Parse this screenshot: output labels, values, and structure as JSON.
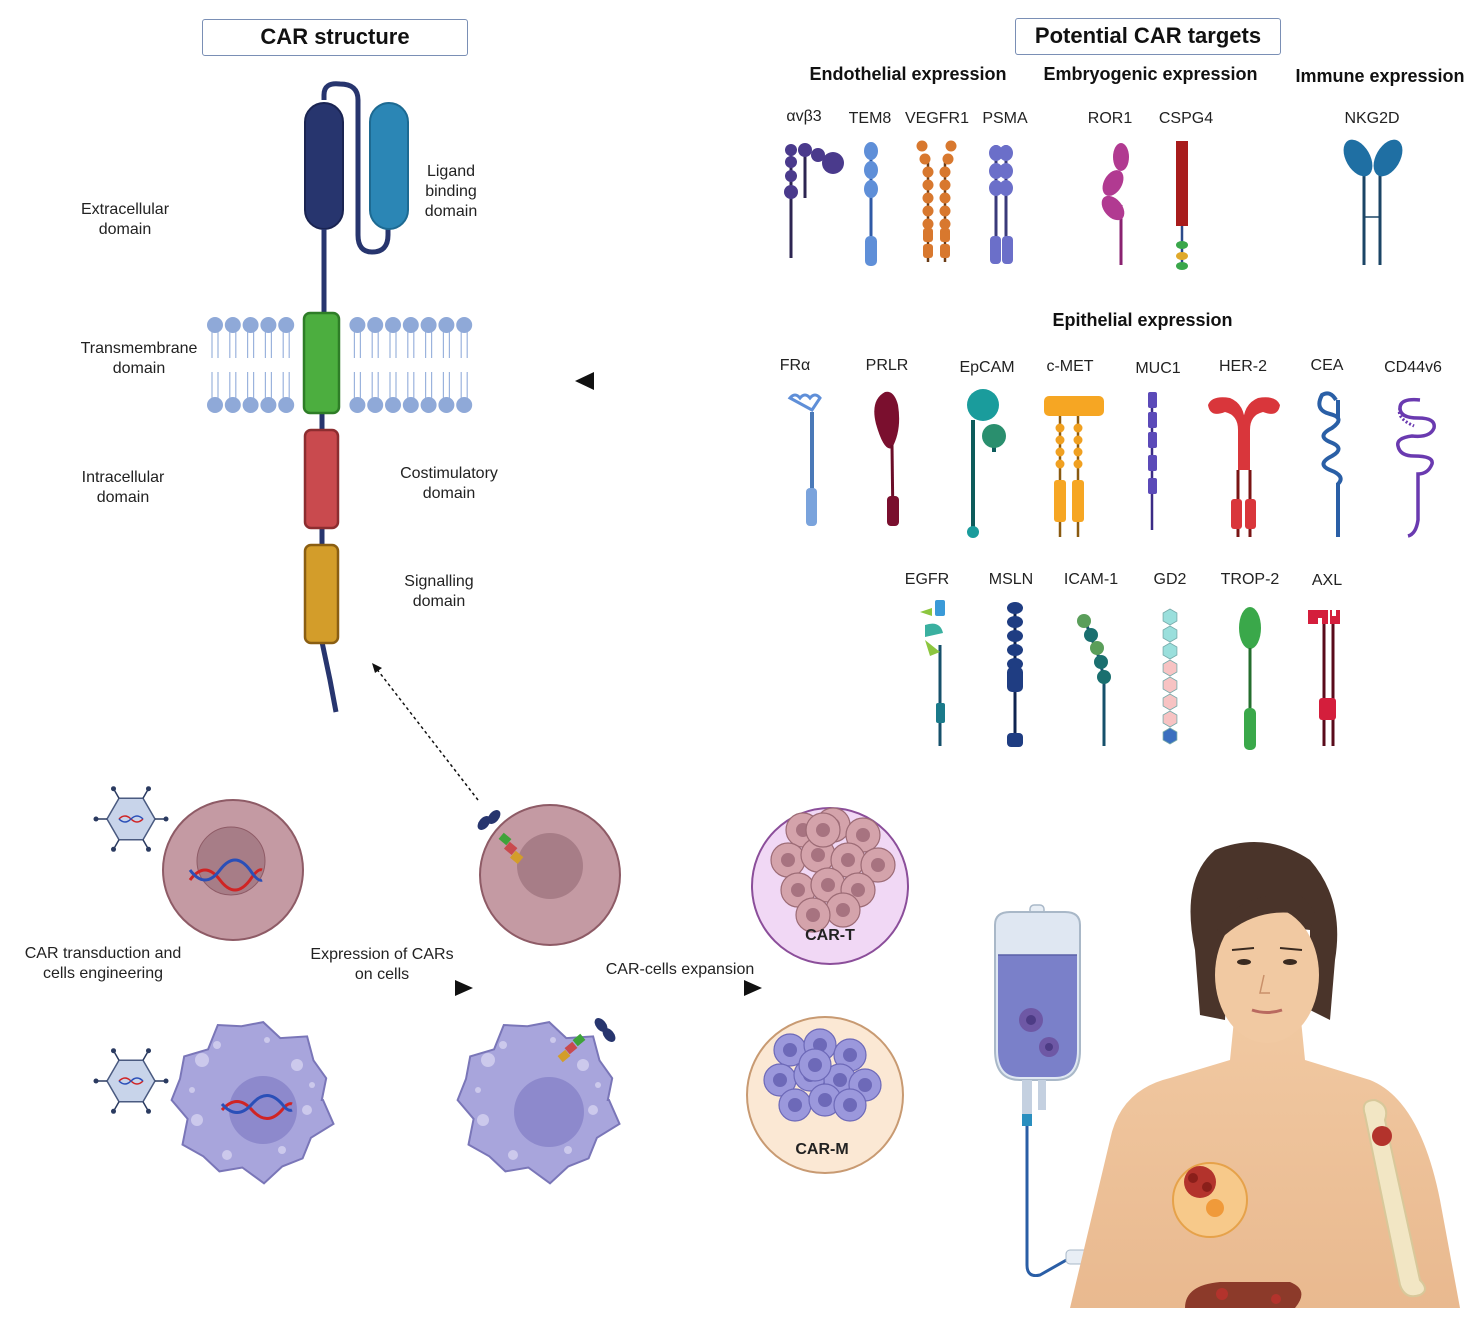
{
  "car_structure": {
    "title": "CAR structure",
    "extracellular": "Extracellular domain",
    "ligand": "Ligand binding domain",
    "transmembrane": "Transmembrane domain",
    "intracellular": "Intracellular domain",
    "costimulatory": "Costimulatory domain",
    "signalling": "Signalling domain"
  },
  "targets": {
    "title": "Potential CAR targets",
    "endothelial": {
      "heading": "Endothelial expression",
      "items": [
        "αvβ3",
        "TEM8",
        "VEGFR1",
        "PSMA"
      ]
    },
    "embryogenic": {
      "heading": "Embryogenic expression",
      "items": [
        "ROR1",
        "CSPG4"
      ]
    },
    "immune": {
      "heading": "Immune expression",
      "items": [
        "NKG2D"
      ]
    },
    "epithelial": {
      "heading": "Epithelial expression",
      "row1": [
        "FRα",
        "PRLR",
        "EpCAM",
        "c-MET",
        "MUC1",
        "HER-2",
        "CEA",
        "CD44v6"
      ],
      "row2": [
        "EGFR",
        "MSLN",
        "ICAM-1",
        "GD2",
        "TROP-2",
        "AXL"
      ]
    }
  },
  "process": {
    "transduction": "CAR transduction and cells engineering",
    "expression": "Expression of CARs on cells",
    "expansion": "CAR-cells expansion",
    "car_t": "CAR-T",
    "car_m": "CAR-M"
  },
  "colors": {
    "dark_navy": "#27356e",
    "ligand_blue": "#2b86b5",
    "transmembrane_green": "#4cae3f",
    "costim_red": "#c94a4e",
    "signal_gold": "#d39d2a",
    "lipid_head": "#8fa9d8",
    "tcell_pink": "#c49aa3",
    "macrophage_lavender": "#a8a5dc"
  }
}
